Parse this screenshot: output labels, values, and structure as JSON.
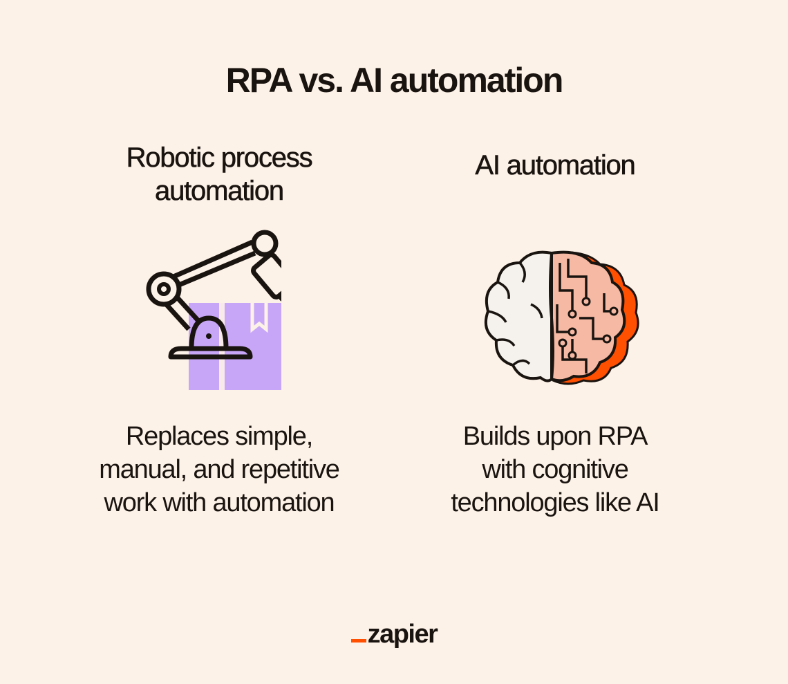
{
  "title": "RPA vs. AI automation",
  "columns": [
    {
      "heading_lines": [
        "Robotic process",
        "automation"
      ],
      "icon": "robotic-arm-icon",
      "description_lines": [
        "Replaces simple,",
        "manual, and repetitive",
        "work with automation"
      ]
    },
    {
      "heading_lines": [
        "AI automation"
      ],
      "icon": "brain-circuit-icon",
      "description_lines": [
        "Builds upon RPA",
        "with cognitive",
        "technologies like AI"
      ]
    }
  ],
  "footer": {
    "logo_text": "zapier"
  },
  "colors": {
    "background": "#fdf2e8",
    "text": "#1a1410",
    "box_purple": "#c7a6f7",
    "accent_orange": "#ff4f00",
    "brain_pink": "#f6b9a3",
    "brain_white": "#f5f2ee"
  }
}
